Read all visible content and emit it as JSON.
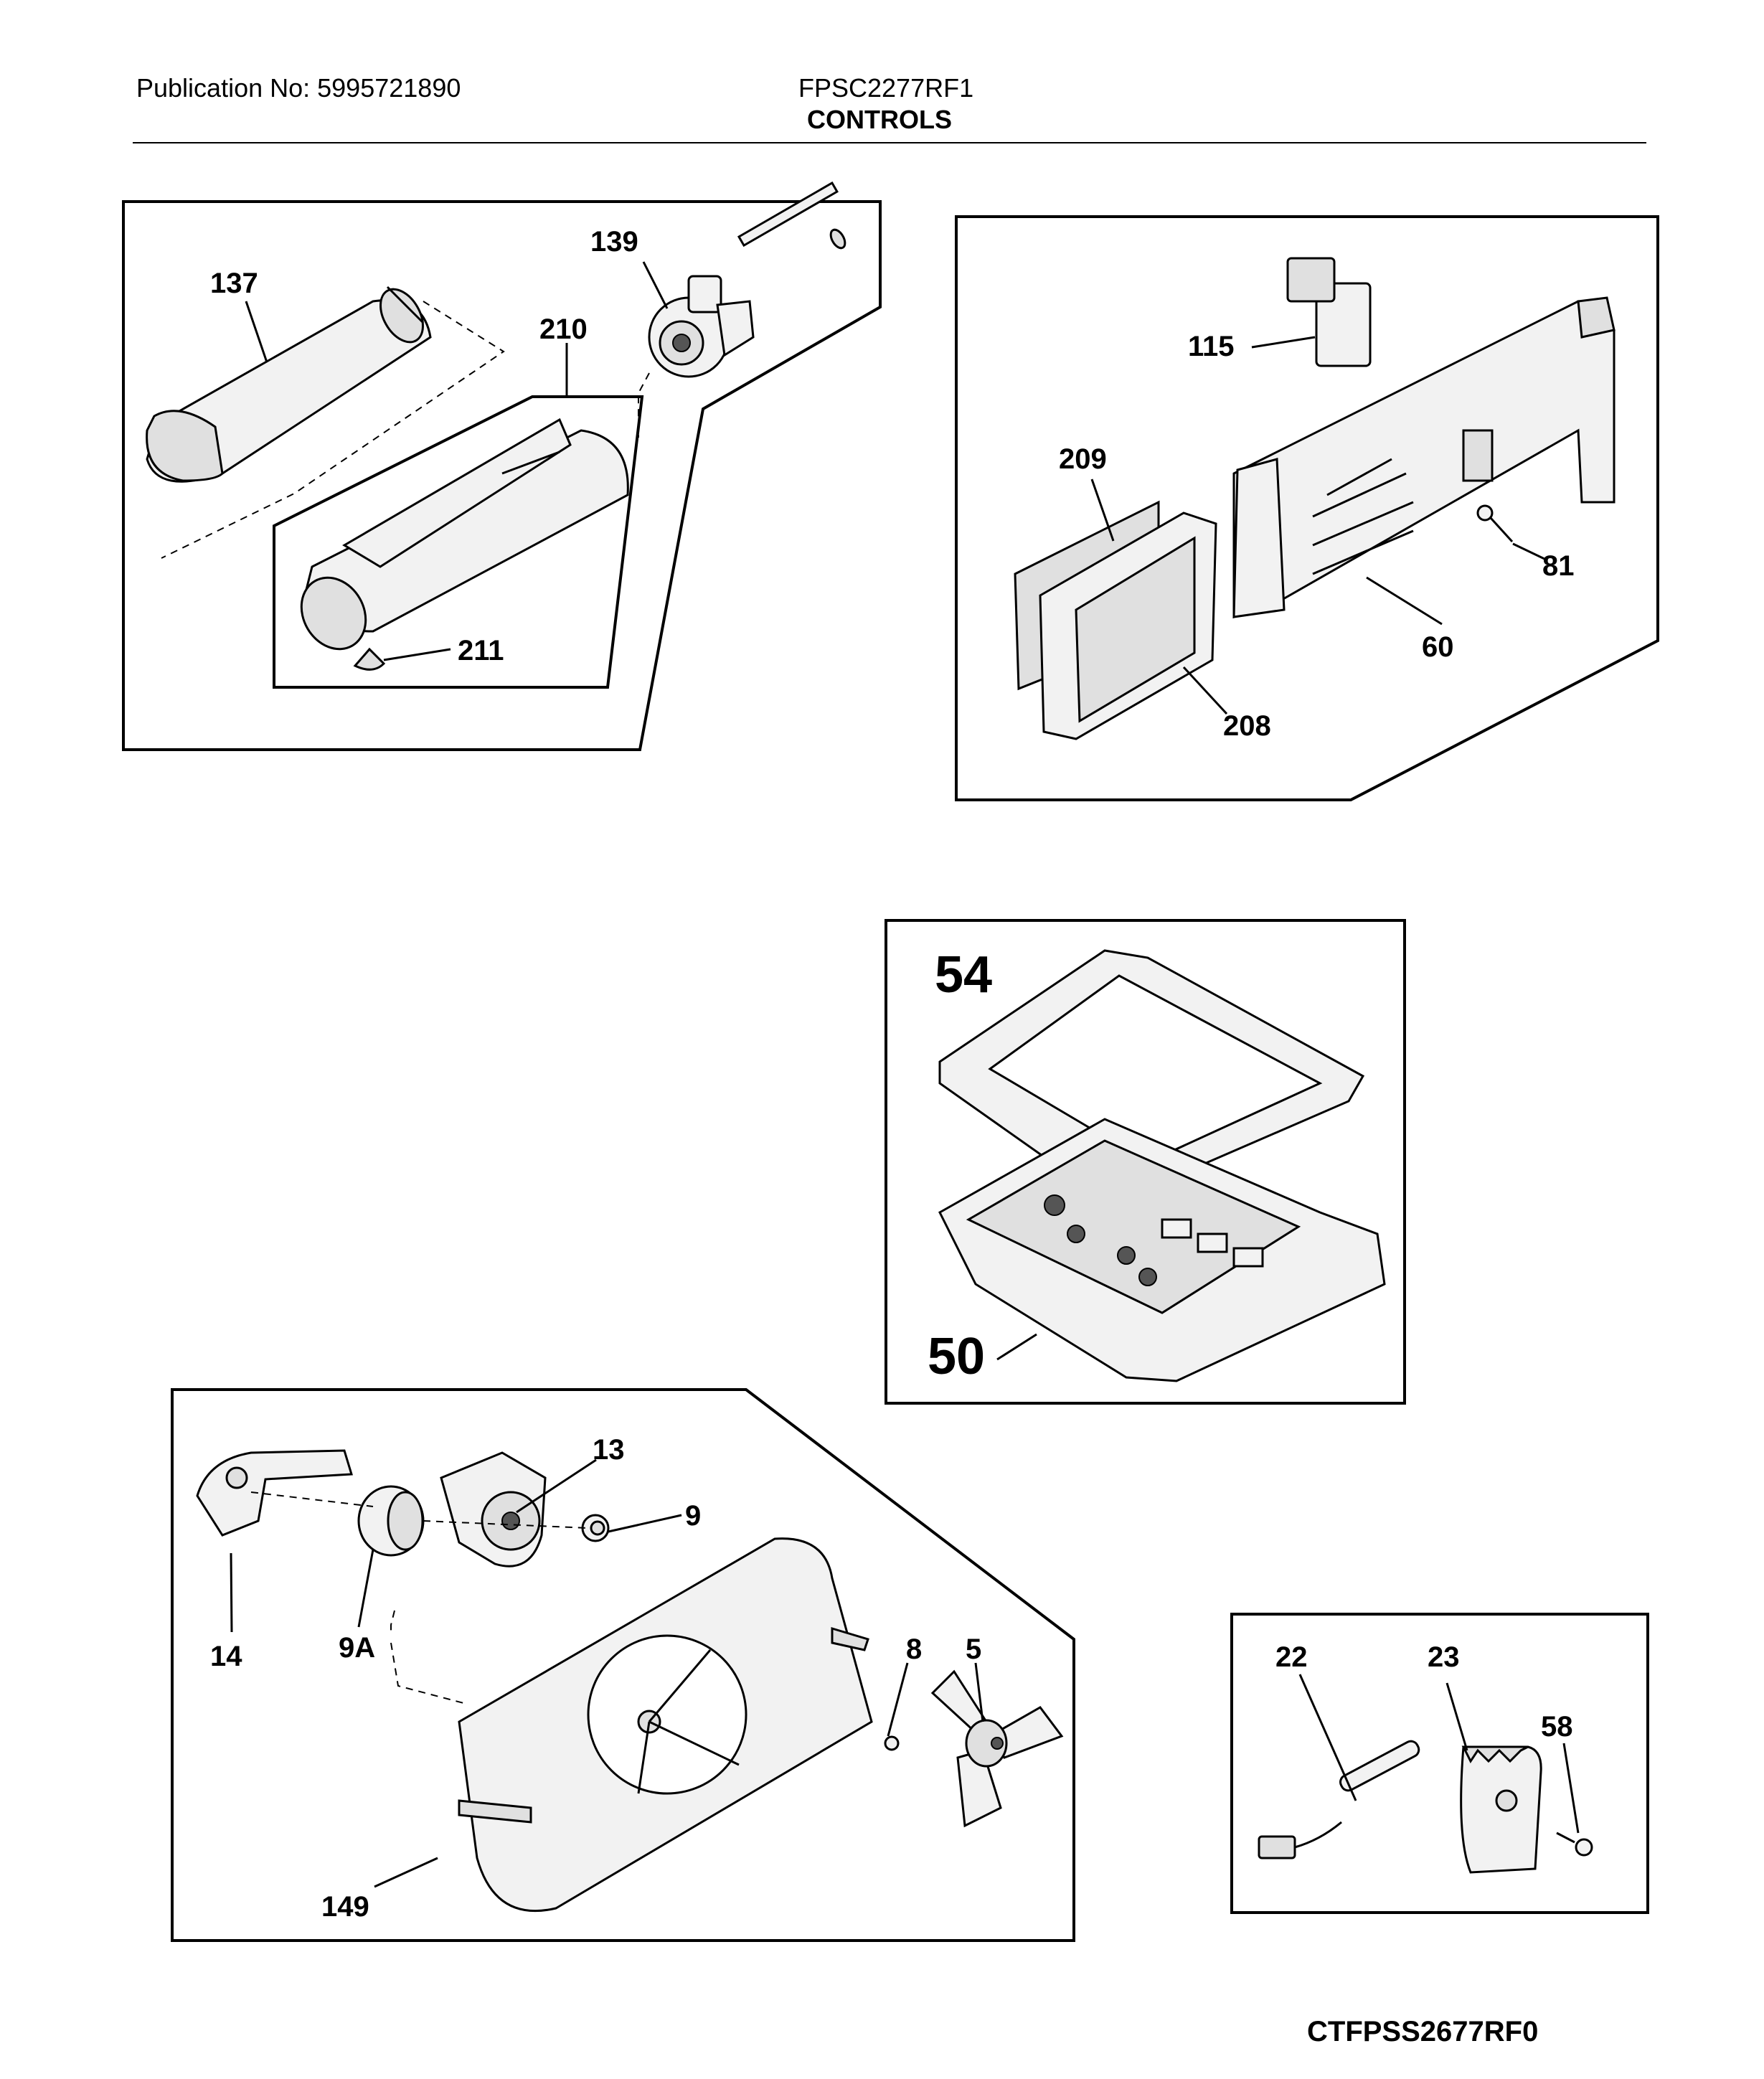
{
  "header": {
    "publication": "Publication No: 5995721890",
    "model": "FPSC2277RF1",
    "section": "CONTROLS"
  },
  "footer": {
    "code": "CTFPSS2677RF0"
  },
  "callouts": {
    "c137": "137",
    "c139": "139",
    "c210": "210",
    "c211": "211",
    "c115": "115",
    "c209": "209",
    "c81": "81",
    "c60": "60",
    "c208": "208",
    "c54": "54",
    "c50": "50",
    "c13": "13",
    "c9": "9",
    "c9A": "9A",
    "c14": "14",
    "c8": "8",
    "c5": "5",
    "c149": "149",
    "c22": "22",
    "c23": "23",
    "c58": "58"
  }
}
